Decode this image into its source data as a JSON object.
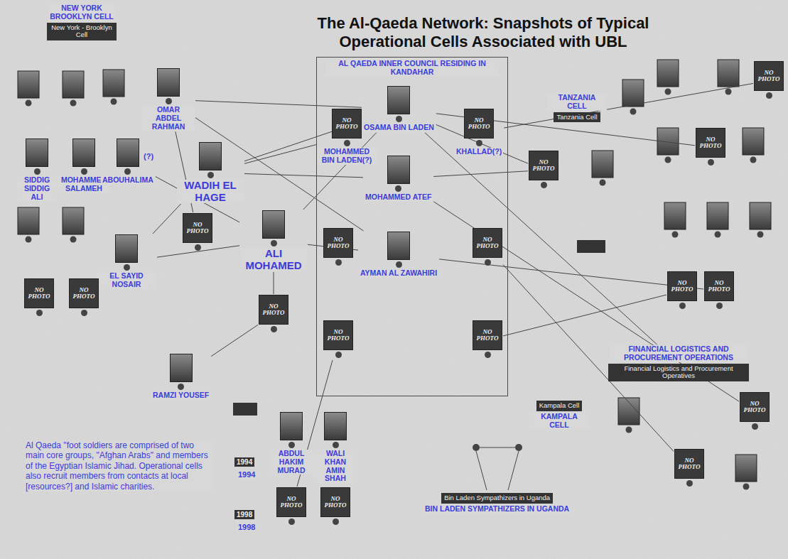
{
  "diagram": {
    "title": "The Al-Qaeda Network: Snapshots of Typical Operational Cells Associated with UBL",
    "nodes": [
      {
        "text": [
          "NEW YORK BROOKLYN CELL",
          "New York - Brooklyn Cell"
        ]
      },
      {
        "text": [
          "OMAR ABDEL RAHMAN"
        ]
      },
      {
        "text": [
          "SIDDIG SIDDIG ALI"
        ]
      },
      {
        "text": [
          "MOHAMMED SALAMEH"
        ]
      },
      {
        "text": [
          "ABOUHALIMA"
        ]
      },
      {
        "text": [
          "WADIH EL HAGE"
        ]
      },
      {
        "text": [
          "AL QAEDA INNER COUNCIL RESIDING IN KANDAHAR"
        ]
      },
      {
        "text": [
          "OSAMA BIN LADEN"
        ],
        "in": 6
      },
      {
        "text": [
          "NO PHOTO",
          "MOHAMMED BIN LADEN(?)"
        ],
        "in": 6
      },
      {
        "text": [
          "NO PHOTO",
          "KHALLAD(?)"
        ],
        "in": 6
      },
      {
        "text": [
          "MOHAMMED ATEF"
        ],
        "in": 6
      },
      {
        "text": [
          "NO PHOTO"
        ],
        "in": 6
      },
      {
        "text": [
          "AYMAN AL ZAWAHIRI"
        ],
        "in": 6
      },
      {
        "text": [
          "NO PHOTO"
        ],
        "in": 6
      },
      {
        "text": [
          "NO PHOTO"
        ],
        "in": 6
      },
      {
        "text": [
          "NO PHOTO"
        ],
        "in": 6
      },
      {
        "text": [
          "TANZANIA CELL",
          "Tanzania Cell"
        ]
      },
      {
        "text": [
          "NO PHOTO"
        ]
      },
      {
        "text": [
          "NO PHOTO"
        ]
      },
      {
        "text": [
          "NO PHOTO"
        ]
      },
      {
        "text": [
          "EL SAYID NOSAIR"
        ]
      },
      {
        "text": [
          "NO PHOTO"
        ]
      },
      {
        "text": [
          "ALI MOHAMED"
        ]
      },
      {
        "text": [
          "NO PHOTO"
        ]
      },
      {
        "text": [
          "NO PHOTO"
        ]
      },
      {
        "text": [
          "NO PHOTO"
        ]
      },
      {
        "text": [
          "NO PHOTO"
        ]
      },
      {
        "text": [
          "NO PHOTO"
        ]
      },
      {
        "text": [
          "FINANCIAL LOGISTICS AND PROCUREMENT OPERATIONS",
          "Financial Logistics and Procurement Operatives"
        ]
      },
      {
        "text": [
          "RAMZI YOUSEF"
        ]
      },
      {
        "text": [
          "NO PHOTO"
        ]
      },
      {
        "text": [
          "Kampala Cell",
          "KAMPALA CELL"
        ]
      },
      {
        "text": [
          "ABDUL HAKIM MURAD"
        ]
      },
      {
        "text": [
          "WALI KHAN AMIN SHAH"
        ]
      },
      {
        "text": [
          "NO PHOTO"
        ]
      },
      {
        "text": [
          "NO PHOTO"
        ]
      },
      {
        "text": [
          "NO PHOTO"
        ]
      },
      {
        "text": [
          "Bin Laden Sympathizers in Uganda",
          "BIN LADEN SYMPATHIZERS IN UGANDA"
        ]
      }
    ],
    "edges": [
      {
        "from": 1,
        "to": 7,
        "arrow": "none"
      },
      {
        "from": 1,
        "to": 12,
        "arrow": "none"
      },
      {
        "from": 1,
        "to": 21,
        "arrow": "none"
      },
      {
        "from": 4,
        "to": 22,
        "arrow": "none"
      },
      {
        "from": 20,
        "to": 22,
        "arrow": "none"
      },
      {
        "from": 20,
        "to": 5,
        "arrow": "none"
      },
      {
        "from": 5,
        "to": 7,
        "arrow": "none"
      },
      {
        "from": 5,
        "to": 10,
        "arrow": "none"
      },
      {
        "from": 22,
        "to": 7,
        "arrow": "none"
      },
      {
        "from": 22,
        "to": 12,
        "arrow": "none"
      },
      {
        "from": 22,
        "to": 25,
        "arrow": "none"
      },
      {
        "from": 29,
        "to": 25,
        "arrow": "none"
      },
      {
        "from": 7,
        "to": 17,
        "arrow": "none"
      },
      {
        "from": 10,
        "to": 17,
        "arrow": "none"
      },
      {
        "from": 7,
        "to": 19,
        "arrow": "none"
      },
      {
        "from": 7,
        "to": 28,
        "arrow": "none"
      },
      {
        "from": 10,
        "to": 30,
        "arrow": "none"
      },
      {
        "from": 13,
        "to": 34,
        "arrow": "none"
      },
      {
        "from": 15,
        "to": 26,
        "arrow": "none"
      },
      {
        "from": 14,
        "to": 35,
        "arrow": "none"
      },
      {
        "from": 9,
        "to": 18,
        "arrow": "none"
      },
      {
        "from": 12,
        "to": 27,
        "arrow": "none"
      },
      {
        "from": 8,
        "to": 5,
        "arrow": "none"
      }
    ],
    "labels": [
      "(?)",
      "1994",
      "1994",
      "1998",
      "1998",
      "Al Qaeda \"foot soldiers are comprised of two main core groups, \"Afghan Arabs\" and members of the Egyptian Islamic Jihad. Operational cells also recruit members from contacts at local [resources?] and Islamic charities."
    ]
  }
}
